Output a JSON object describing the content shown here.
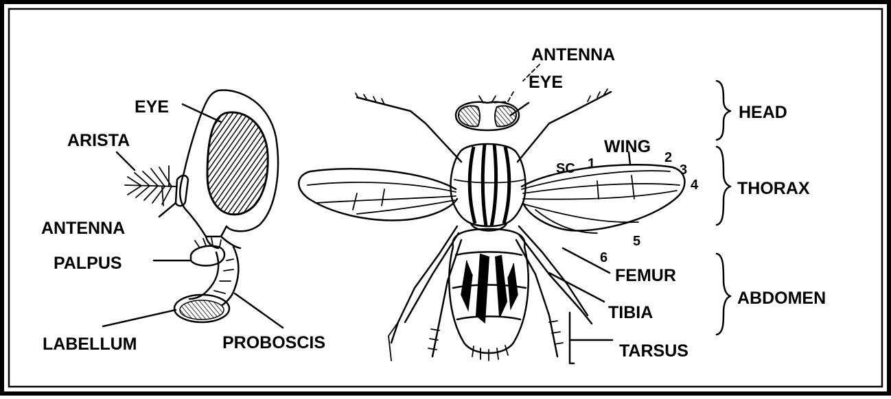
{
  "head_side_view": {
    "eye": "EYE",
    "arista": "ARISTA",
    "antenna": "ANTENNA",
    "palpus": "PALPUS",
    "labellum": "LABELLUM",
    "proboscis": "PROBOSCIS"
  },
  "dorsal_view": {
    "antenna": "ANTENNA",
    "eye": "EYE",
    "wing": "WING",
    "vein_sc": "SC",
    "vein_1": "1",
    "vein_2": "2",
    "vein_3": "3",
    "vein_4": "4",
    "vein_5": "5",
    "vein_6": "6",
    "femur": "FEMUR",
    "tibia": "TIBIA",
    "tarsus": "TARSUS"
  },
  "body_regions": {
    "head": "HEAD",
    "thorax": "THORAX",
    "abdomen": "ABDOMEN"
  }
}
